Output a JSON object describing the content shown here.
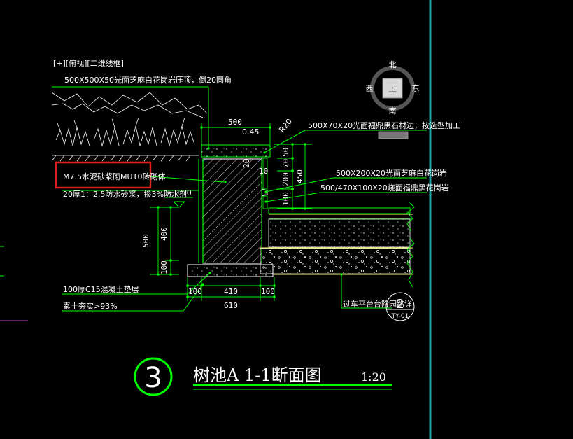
{
  "viewport": {
    "label": "[+][俯视][二维线框]"
  },
  "viewcube": {
    "north": "北",
    "south": "南",
    "east": "东",
    "west": "西",
    "face": "上"
  },
  "annotations": {
    "top_paving": "500X500X50光面芝麻白花岗岩压顶，倒20圆角",
    "cap_stone": "500X70X20光面福鼎黑石材边，按选型加工",
    "sesame_white": "500X200X20光面芝麻白花岗岩",
    "fuding_black": "500/470X100X20烧面福鼎黑花岗岩",
    "masonry": "M7.5水泥砂浆砌MU10砖砌体",
    "plaster": "20厚1：2.5防水砂浆，掺3%防水剂",
    "cushion": "100厚C15混凝土垫层",
    "soil": "素土夯实>93%",
    "reference": "过车平台台阶园路详",
    "elevation": "±0.00",
    "slope": "0.45",
    "radius": "R20"
  },
  "dimensions": {
    "top_width": "500",
    "d20": "20",
    "d10": "10",
    "d50": "50",
    "d70": "70",
    "d200": "200",
    "d100": "100",
    "d450": "450",
    "h500": "500",
    "h400": "400",
    "h100": "100",
    "b100_left": "100",
    "b410": "410",
    "b100_right": "100",
    "b610": "610"
  },
  "detail_ref": {
    "number": "2",
    "sheet": "TY-01"
  },
  "title": {
    "number": "3",
    "text": "树池A  1-1断面图",
    "scale": "1:20"
  },
  "colors": {
    "background": "#000000",
    "linework": "#00ff00",
    "text": "#ffffff",
    "hatch": "#ffffff",
    "yellow_line": "#ffff66",
    "highlight_box": "#e02020",
    "border_teal": "#1fa3a3",
    "magenta_line": "#c040c0"
  }
}
